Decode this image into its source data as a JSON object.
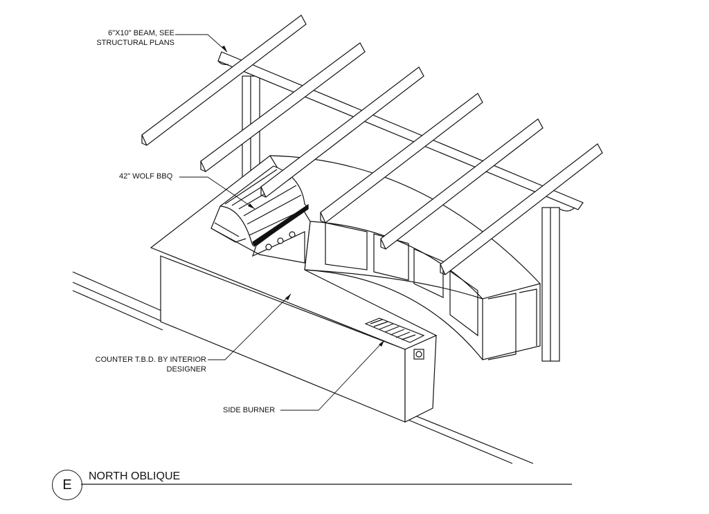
{
  "labels": {
    "beam_line1": "6\"X10\" BEAM, SEE",
    "beam_line2": "STRUCTURAL PLANS",
    "bbq": "42\" WOLF BBQ",
    "counter_line1": "COUNTER T.B.D. BY INTERIOR",
    "counter_line2": "DESIGNER",
    "side_burner": "SIDE BURNER"
  },
  "view": {
    "letter": "E",
    "title": "NORTH OBLIQUE"
  }
}
